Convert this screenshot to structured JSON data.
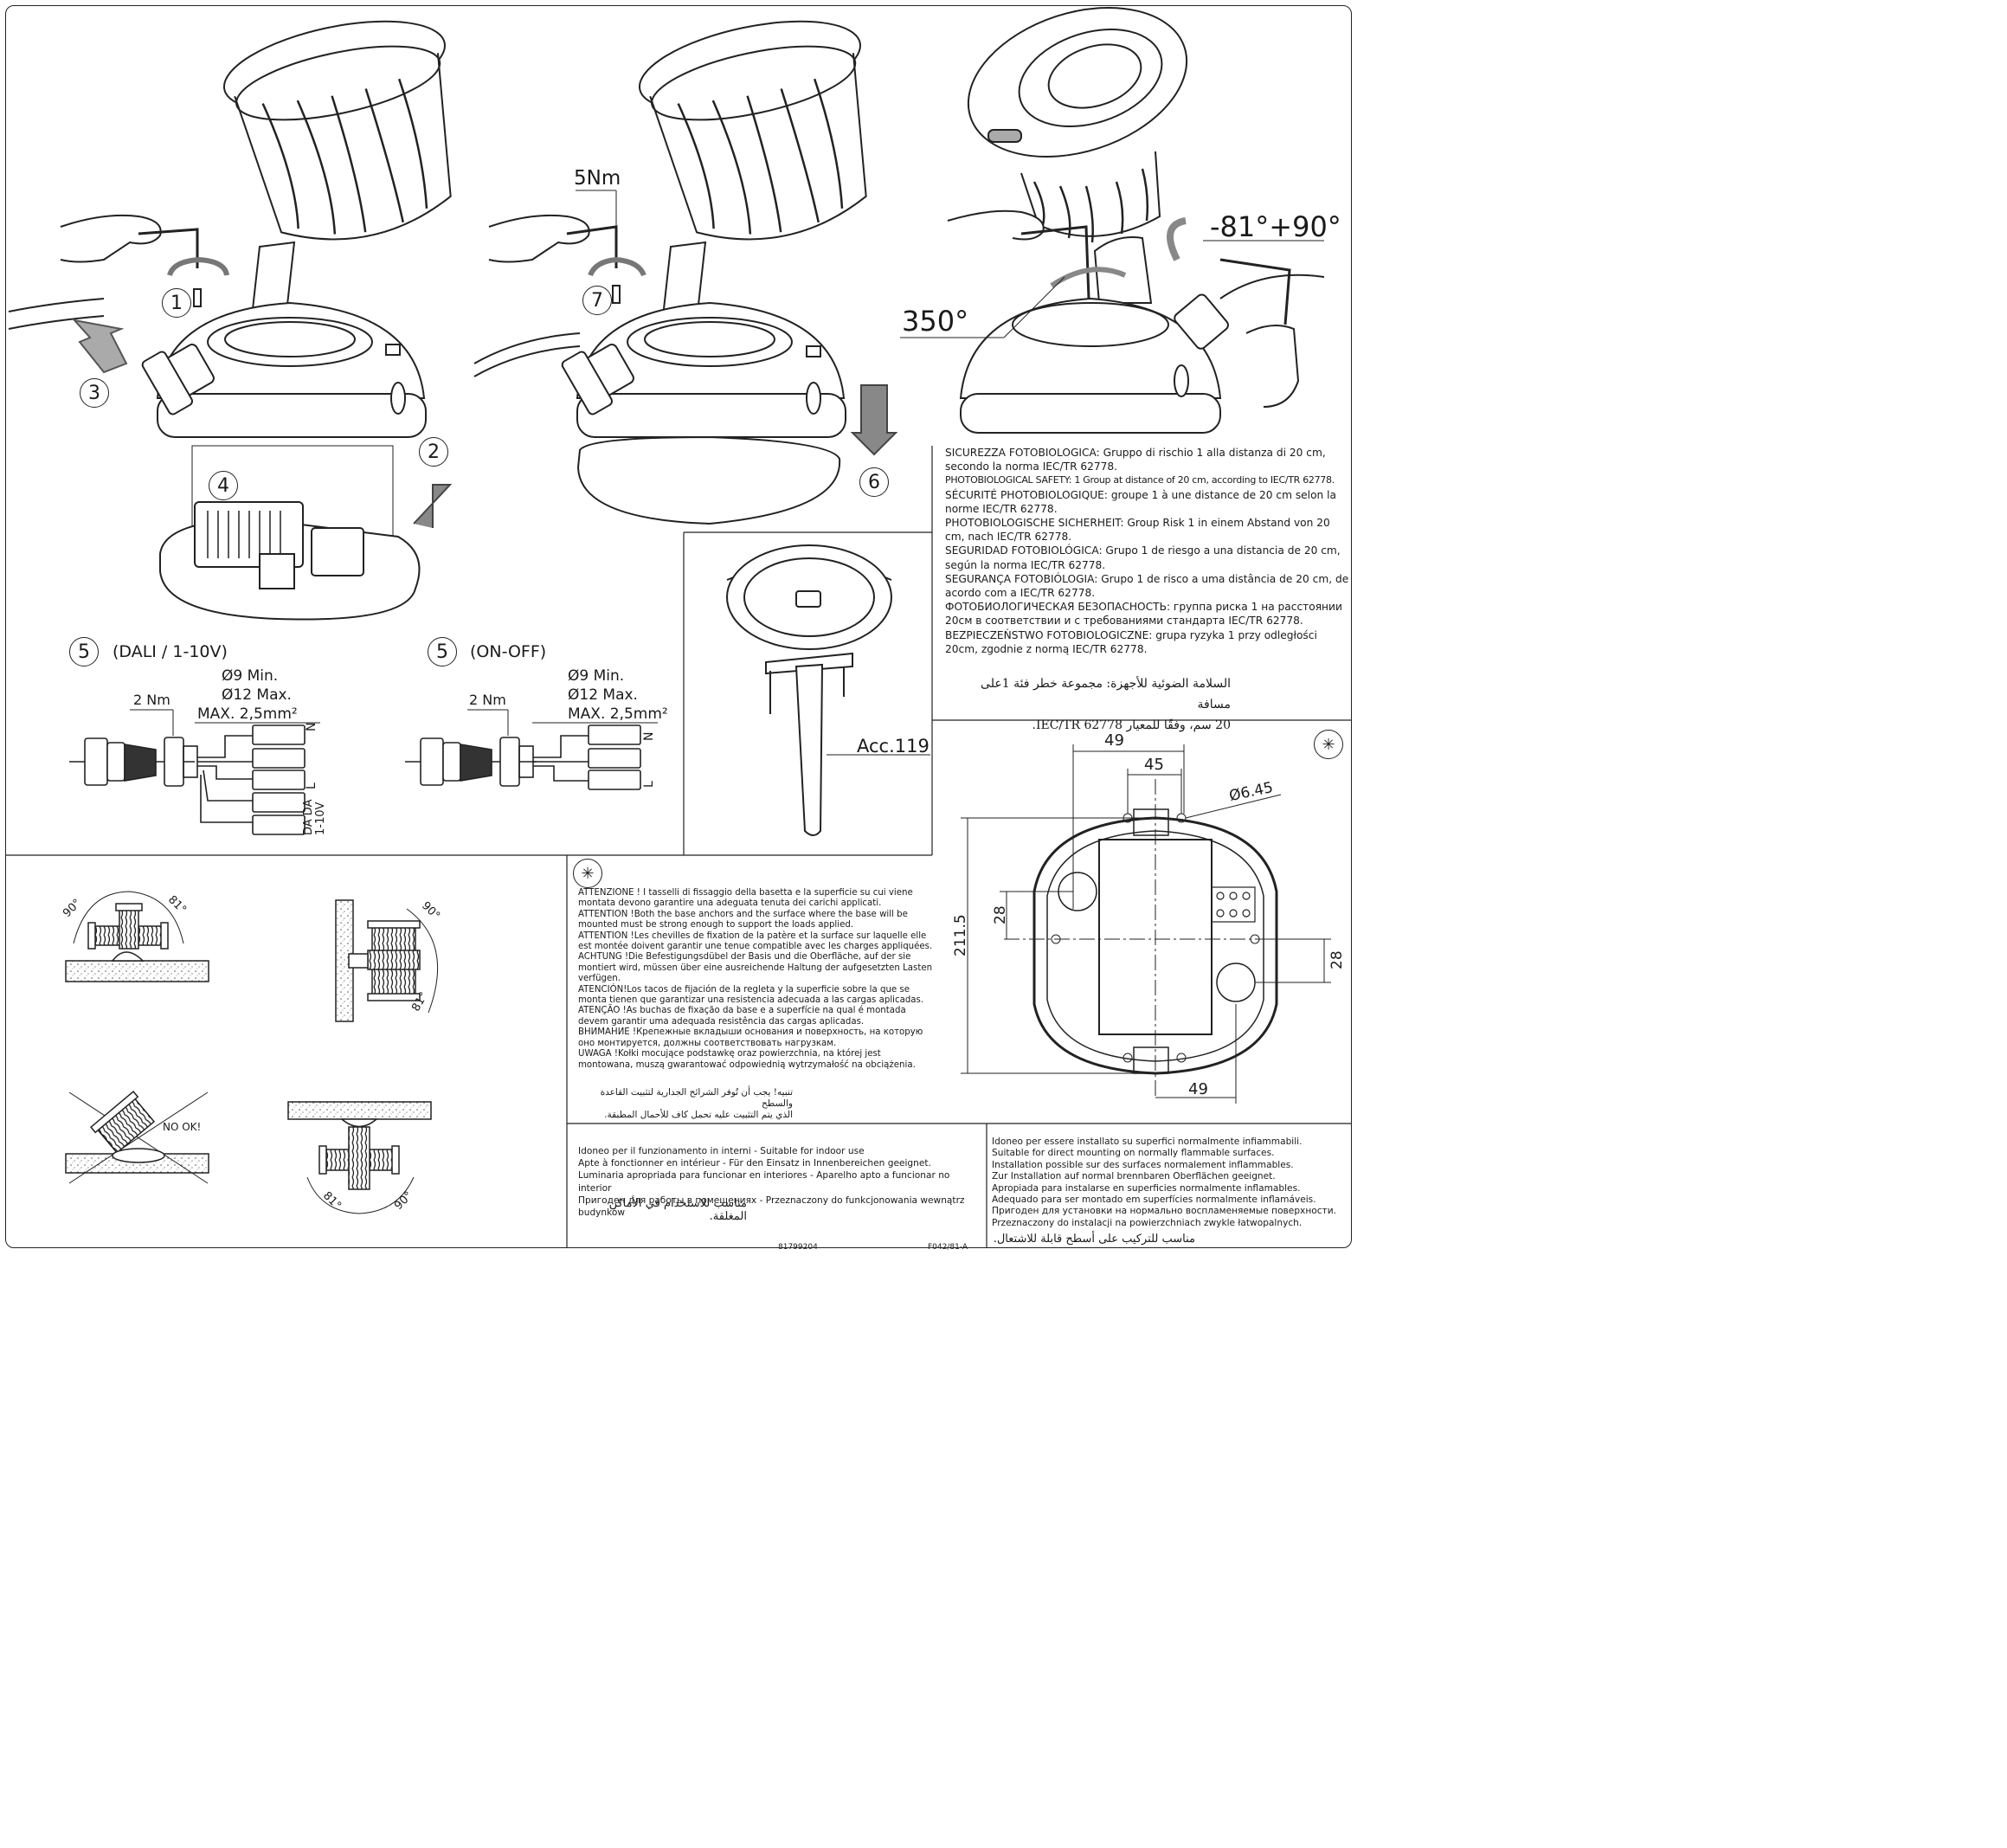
{
  "steps": {
    "s1": "1",
    "s2": "2",
    "s3": "3",
    "s4": "4",
    "s5": "5",
    "s6": "6",
    "s7": "7"
  },
  "labels": {
    "torque_5nm": "5Nm",
    "rotation_350": "350°",
    "tilt_range": "-81°+90°",
    "acc": "Acc.119",
    "no_ok": "NO OK!",
    "angle_90": "90°",
    "angle_81": "81°"
  },
  "wiring": {
    "dali_title": "(DALI / 1-10V)",
    "onoff_title": "(ON-OFF)",
    "nm": "2 Nm",
    "dia_min": "Ø9 Min.",
    "dia_max": "Ø12 Max.",
    "section_max": "MAX. 2,5mm²",
    "term_n": "N",
    "term_l": "L",
    "term_da": "DA DA",
    "term_110": "1-10V"
  },
  "dimensions": {
    "d49_top": "49",
    "d45": "45",
    "d645": "Ø6.45",
    "d2115": "211.5",
    "d28_left": "28",
    "d28_right": "28",
    "d49_bottom": "49",
    "star": "✳"
  },
  "photobio": [
    "SICUREZZA FOTOBIOLOGICA: Gruppo di rischio 1 alla distanza di 20 cm, secondo la norma IEC/TR 62778.",
    "PHOTOBIOLOGICAL SAFETY: 1 Group at distance of 20 cm, according to IEC/TR 62778.",
    "SÉCURITÉ PHOTOBIOLOGIQUE: groupe 1 à une distance de 20 cm selon la norme IEC/TR 62778.",
    "PHOTOBIOLOGISCHE SICHERHEIT: Group Risk 1 in einem Abstand von 20 cm, nach  IEC/TR 62778.",
    "SEGURIDAD FOTOBIOLÓGICA: Grupo 1 de riesgo a una distancia de 20 cm, según la norma IEC/TR 62778.",
    "SEGURANÇA FOTOBIÓLOGIA: Grupo 1 de risco a uma distância de 20 cm, de acordo com a IEC/TR 62778.",
    "ФОТОБИОЛОГИЧЕСКАЯ БЕЗОПАСНОСТЬ: группа риска 1 на расстоянии 20см в соответствии и с требованиями стандарта IEC/TR 62778.",
    "BEZPIECZEŃSTWO FOTOBIOLOGICZNE: grupa ryzyka 1 przy odległości 20cm, zgodnie z normą IEC/TR 62778."
  ],
  "photobio_ar_1": "السلامة الضوئية للأجهزة: مجموعة خطر فئة 1على مسافة",
  "photobio_ar_2": "20 سم، وفقًا للمعيار IEC/TR 62778.",
  "warning": [
    "ATTENZIONE ! I tasselli di fissaggio della basetta e la superficie su cui viene montata devono garantire una adeguata tenuta dei carichi applicati.",
    "ATTENTION !Both the base anchors and the surface where the base will be mounted must be strong enough to support the loads applied.",
    "ATTENTION !Les chevilles de fixation de la patère et la surface sur laquelle elle est montée doivent garantir une tenue compatible avec les charges appliquées.",
    "ACHTUNG !Die Befestigungsdübel der Basis und die Oberfläche, auf der sie montiert wird, müssen über eine ausreichende Haltung der aufgesetzten Lasten verfügen.",
    "ATENCIÓN!Los tacos de fijación de la regleta y la superficie sobre la que se monta tienen que garantizar una resistencia adecuada a las cargas aplicadas.",
    "ATENÇÃO !As buchas de fixação da base e a superfície na qual é montada devem garantir uma adequada resistência das cargas aplicadas.",
    "ВНИМАНИЕ !Крепежные вкладыши основания и поверхность, на которую оно монтируется, должны соответствовать нагрузкам.",
    "UWAGA !Kołki mocujące podstawkę oraz powierzchnia, na której jest montowana, muszą gwarantować odpowiednią wytrzymałość na obciążenia."
  ],
  "warning_ar_1": "تنبيه! يجب أن تُوفر الشرائح الجدارية لتثبيت القاعدة والسطح",
  "warning_ar_2": "الذي يتم التثبيت عليه تحمل كاف للأحمال المطبقة.",
  "indoor": [
    "Idoneo per il funzionamento in interni - Suitable for indoor use",
    "Apte à fonctionner en intérieur - Für den Einsatz in Innenbereichen geeignet.",
    "Luminaria apropriada para funcionar en interiores - Aparelho apto a funcionar no interior",
    "Пригоден для работы в помещениях - Przeznaczony do funkcjonowania wewnątrz budynków"
  ],
  "indoor_ar": "مناسب للاستخدام في الأماكن المغلقة.",
  "flammable": [
    "Idoneo per essere installato su superfici normalmente infiammabili.",
    "Suitable for direct mounting on normally flammable surfaces.",
    "Installation possible sur des surfaces normalement inflammables.",
    "Zur Installation auf normal brennbaren Oberflächen geeignet.",
    "Apropiada para instalarse en superficies normalmente inflamables.",
    "Adequado para ser montado em superfícies normalmente inflamáveis.",
    "Пригоден  для установки на нормально воспламеняемые поверхности.",
    "Przeznaczony do instalacji na powierzchniach zwykle łatwopalnych."
  ],
  "flammable_ar": "مناسب للتركيب على أسطح قابلة للاشتعال.",
  "footer": {
    "code1": "81799204",
    "code2": "F042/81-A"
  }
}
